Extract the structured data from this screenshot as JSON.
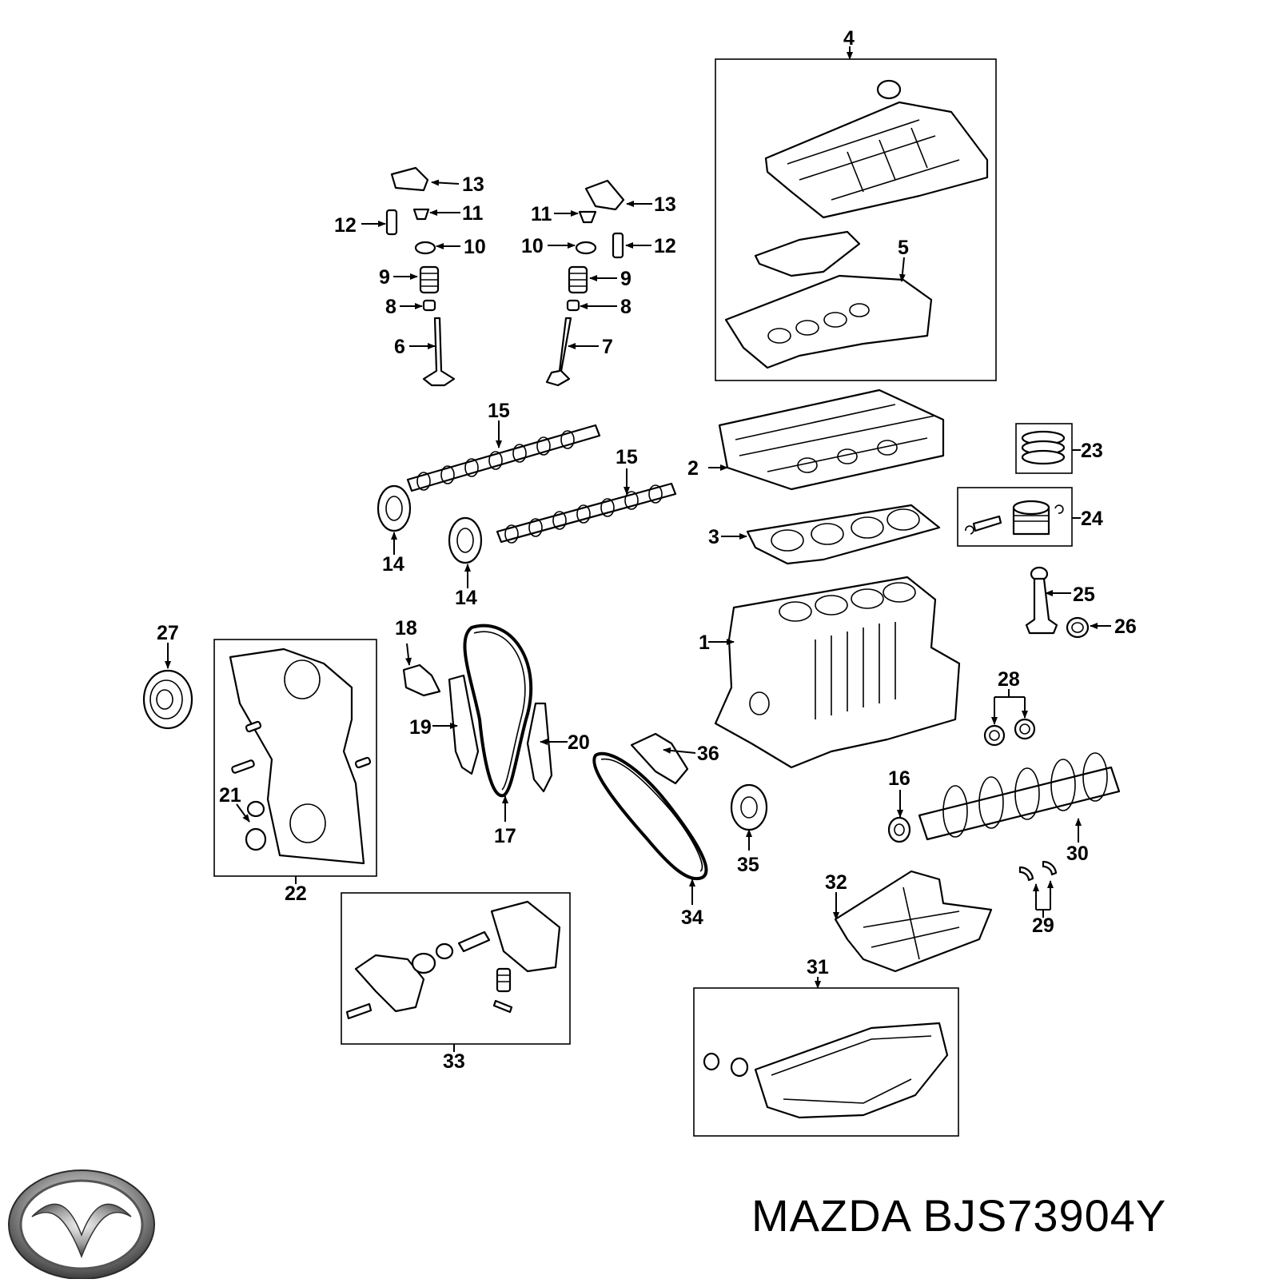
{
  "callouts": [
    "1",
    "2",
    "3",
    "4",
    "5",
    "6",
    "7",
    "8",
    "8",
    "9",
    "9",
    "10",
    "10",
    "11",
    "11",
    "12",
    "12",
    "13",
    "13",
    "14",
    "14",
    "15",
    "15",
    "16",
    "17",
    "18",
    "19",
    "20",
    "21",
    "22",
    "23",
    "24",
    "25",
    "26",
    "27",
    "28",
    "29",
    "30",
    "31",
    "32",
    "33",
    "34",
    "35",
    "36"
  ],
  "brand": {
    "logo_icon": "mazda-logo-icon",
    "make": "MAZDA",
    "part_number": "BJS73904Y"
  }
}
